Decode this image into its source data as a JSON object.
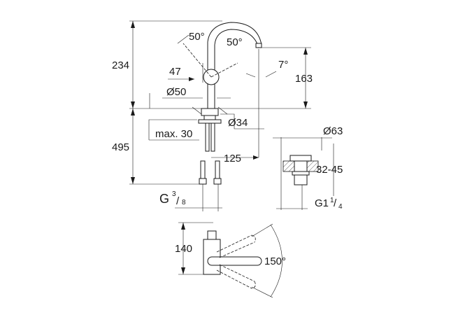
{
  "dimensions": {
    "height_total": "234",
    "below_deck": "495",
    "angle_left": "50°",
    "angle_right": "50°",
    "offset_47": "47",
    "body_diameter": "Ø50",
    "spout_height": "163",
    "spout_angle": "7°",
    "hole_diameter": "Ø34",
    "max_thickness": "max. 30",
    "reach": "125",
    "connection_thread": "G",
    "connection_num": "3",
    "connection_den": "8",
    "drain_diameter": "Ø63",
    "drain_thickness": "32-45",
    "drain_thread": "G1",
    "drain_num": "1",
    "drain_den": "4",
    "top_depth": "140",
    "swivel_angle": "150°"
  }
}
